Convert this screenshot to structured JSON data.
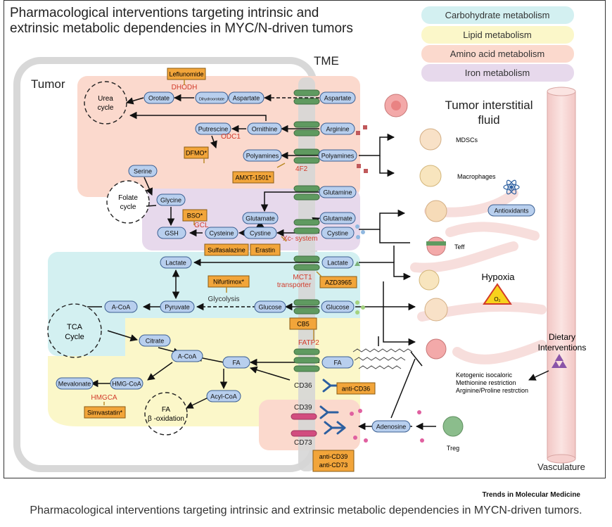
{
  "title_line1": "Pharmacological interventions targeting intrinsic and",
  "title_line2": "extrinsic metabolic dependencies in MYC/N-driven tumors",
  "legend": [
    {
      "label": "Carbohydrate metabolism",
      "color": "#d3f0f1"
    },
    {
      "label": "Lipid metabolism",
      "color": "#fbf7c9"
    },
    {
      "label": "Amino acid metabolism",
      "color": "#fbd9cd"
    },
    {
      "label": "Iron metabolism",
      "color": "#e7d9ec"
    }
  ],
  "regions": {
    "tumor": "Tumor",
    "tme": "TME",
    "fluid_line1": "Tumor interstitial",
    "fluid_line2": "fluid",
    "vasculature": "Vasculature"
  },
  "cycles": {
    "urea_1": "Urea",
    "urea_2": "cycle",
    "folate_1": "Folate",
    "folate_2": "cycle",
    "tca_1": "TCA",
    "tca_2": "Cycle",
    "fa_1": "FA",
    "fa_2": "β -oxidation"
  },
  "metabolites": {
    "aspartate": "Aspartate",
    "orotate": "Orotate",
    "dihydroorotate": "Dihydroorotate",
    "ornithine": "Ornithine",
    "arginine": "Arginine",
    "putrescine": "Putrescine",
    "polyamines": "Polyamines",
    "serine": "Serine",
    "glycine": "Glycine",
    "gsh": "GSH",
    "glutamine": "Glutamine",
    "glutamate": "Glutamate",
    "cystine": "Cystine",
    "cysteine": "Cysteine",
    "lactate": "Lactate",
    "pyruvate": "Pyruvate",
    "acoa": "A-CoA",
    "glucose": "Glucose",
    "citrate": "Citrate",
    "fa": "FA",
    "acylcoa": "Acyl-CoA",
    "mevalonate": "Mevalonate",
    "hmgcoa": "HMG-CoA",
    "antioxidants": "Antioxidants",
    "adenosine": "Adenosine"
  },
  "drugs": {
    "leflunomide": "Leflunomide",
    "dfmo": "DFMO*",
    "amxt": "AMXT-1501*",
    "bso": "BSO*",
    "sulfasalazine": "Sulfasalazine",
    "erastin": "Erastin",
    "nifurtimox": "Nifurtimox*",
    "azd": "AZD3965",
    "cb5": "CB5",
    "anticd36": "anti-CD36",
    "simvastatin": "Simvastatin*",
    "anticd39": "anti-CD39",
    "anticd73": "anti-CD73"
  },
  "targets": {
    "dhodh": "DHODH",
    "odc1": "ODC1",
    "f42": "4F2",
    "gcl": "GCL",
    "xc": "Xc- system",
    "mct1_a": "MCT1",
    "mct1_b": "transporter",
    "glycolysis": "Glycolysis",
    "fatp2": "FATP2",
    "hmgca": "HMGCA",
    "cd36": "CD36",
    "cd39": "CD39",
    "cd73": "CD73"
  },
  "cells": {
    "mdscs": "MDSCs",
    "macrophages": "Macrophages",
    "teff": "Teff",
    "treg": "Treg"
  },
  "hypoxia": {
    "label": "Hypoxia",
    "symbol": "O₂"
  },
  "diet": {
    "title_1": "Dietary",
    "title_2": "Interventions",
    "line1": "Ketogenic isocaloric",
    "line2": "Methionine restriction",
    "line3": "Arginine/Proline restrction"
  },
  "journal": "Trends in Molecular Medicine",
  "caption": "Pharmacological interventions targeting intrinsic and extrinsic metabolic dependencies in MYCN-driven tumors."
}
